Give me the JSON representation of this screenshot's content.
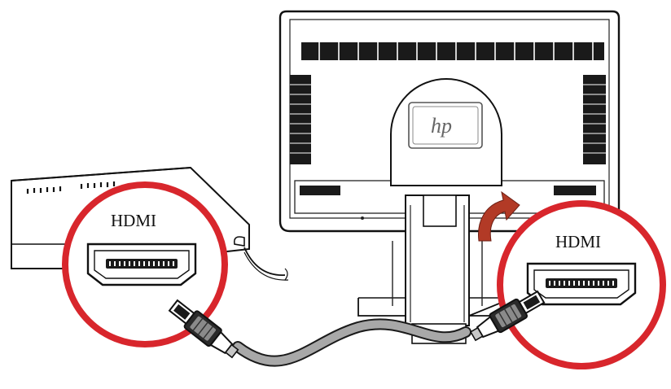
{
  "diagram": {
    "left_callout_label": "HDMI",
    "right_callout_label": "HDMI",
    "monitor_logo": "hp",
    "callout_ring_color": "#d8262c",
    "arrow_color": "#b23a26",
    "cable_color": "#a8a8a8",
    "icons": [
      "pc-box-icon",
      "hdmi-port-icon",
      "hdmi-plug-icon",
      "monitor-back-icon",
      "curved-arrow-icon"
    ]
  }
}
